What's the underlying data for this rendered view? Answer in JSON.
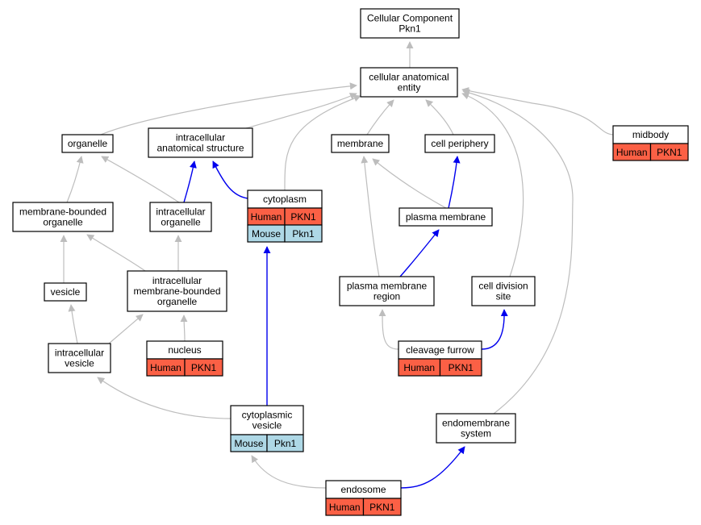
{
  "colors": {
    "gray_edge": "#bdbdbd",
    "blue_edge": "#0000ee",
    "human_fill": "#fb6045",
    "mouse_fill": "#aed8e6",
    "node_border": "#000000",
    "background": "#ffffff"
  },
  "nodes": [
    {
      "id": "root",
      "lines": [
        "Cellular Component",
        "Pkn1"
      ]
    },
    {
      "id": "cae",
      "lines": [
        "cellular anatomical",
        "entity"
      ]
    },
    {
      "id": "organelle",
      "lines": [
        "organelle"
      ]
    },
    {
      "id": "ias",
      "lines": [
        "intracellular",
        "anatomical structure"
      ]
    },
    {
      "id": "membrane",
      "lines": [
        "membrane"
      ]
    },
    {
      "id": "cellperiph",
      "lines": [
        "cell periphery"
      ]
    },
    {
      "id": "midbody",
      "lines": [
        "midbody"
      ],
      "tags": [
        [
          "Human",
          "PKN1"
        ]
      ]
    },
    {
      "id": "mbo",
      "lines": [
        "membrane-bounded",
        "organelle"
      ]
    },
    {
      "id": "io",
      "lines": [
        "intracellular",
        "organelle"
      ]
    },
    {
      "id": "cytoplasm",
      "lines": [
        "cytoplasm"
      ],
      "tags": [
        [
          "Human",
          "PKN1"
        ],
        [
          "Mouse",
          "Pkn1"
        ]
      ]
    },
    {
      "id": "pm",
      "lines": [
        "plasma membrane"
      ]
    },
    {
      "id": "vesicle",
      "lines": [
        "vesicle"
      ]
    },
    {
      "id": "imbo",
      "lines": [
        "intracellular",
        "membrane-bounded",
        "organelle"
      ]
    },
    {
      "id": "pmr",
      "lines": [
        "plasma membrane",
        "region"
      ]
    },
    {
      "id": "cds",
      "lines": [
        "cell division",
        "site"
      ]
    },
    {
      "id": "iv",
      "lines": [
        "intracellular",
        "vesicle"
      ]
    },
    {
      "id": "nucleus",
      "lines": [
        "nucleus"
      ],
      "tags": [
        [
          "Human",
          "PKN1"
        ]
      ]
    },
    {
      "id": "cf",
      "lines": [
        "cleavage furrow"
      ],
      "tags": [
        [
          "Human",
          "PKN1"
        ]
      ]
    },
    {
      "id": "cv",
      "lines": [
        "cytoplasmic",
        "vesicle"
      ],
      "tags": [
        [
          "Mouse",
          "Pkn1"
        ]
      ]
    },
    {
      "id": "es",
      "lines": [
        "endomembrane",
        "system"
      ]
    },
    {
      "id": "endosome",
      "lines": [
        "endosome"
      ],
      "tags": [
        [
          "Human",
          "PKN1"
        ]
      ]
    }
  ],
  "edges": [
    {
      "from": "cae",
      "to": "root",
      "kind": "is_a"
    },
    {
      "from": "organelle",
      "to": "cae",
      "kind": "is_a"
    },
    {
      "from": "ias",
      "to": "cae",
      "kind": "is_a"
    },
    {
      "from": "cytoplasm",
      "to": "cae",
      "kind": "is_a"
    },
    {
      "from": "membrane",
      "to": "cae",
      "kind": "is_a"
    },
    {
      "from": "cellperiph",
      "to": "cae",
      "kind": "is_a"
    },
    {
      "from": "midbody",
      "to": "cae",
      "kind": "is_a"
    },
    {
      "from": "cds",
      "to": "cae",
      "kind": "is_a"
    },
    {
      "from": "es",
      "to": "cae",
      "kind": "is_a"
    },
    {
      "from": "mbo",
      "to": "organelle",
      "kind": "is_a"
    },
    {
      "from": "io",
      "to": "organelle",
      "kind": "is_a"
    },
    {
      "from": "io",
      "to": "ias",
      "kind": "part_of"
    },
    {
      "from": "cytoplasm",
      "to": "ias",
      "kind": "part_of"
    },
    {
      "from": "pm",
      "to": "membrane",
      "kind": "is_a"
    },
    {
      "from": "pmr",
      "to": "membrane",
      "kind": "is_a"
    },
    {
      "from": "pm",
      "to": "cellperiph",
      "kind": "part_of"
    },
    {
      "from": "vesicle",
      "to": "mbo",
      "kind": "is_a"
    },
    {
      "from": "imbo",
      "to": "mbo",
      "kind": "is_a"
    },
    {
      "from": "imbo",
      "to": "io",
      "kind": "is_a"
    },
    {
      "from": "pmr",
      "to": "pm",
      "kind": "part_of"
    },
    {
      "from": "iv",
      "to": "vesicle",
      "kind": "is_a"
    },
    {
      "from": "iv",
      "to": "imbo",
      "kind": "is_a"
    },
    {
      "from": "nucleus",
      "to": "imbo",
      "kind": "is_a"
    },
    {
      "from": "cf",
      "to": "pmr",
      "kind": "is_a"
    },
    {
      "from": "cf",
      "to": "cds",
      "kind": "part_of"
    },
    {
      "from": "cv",
      "to": "iv",
      "kind": "is_a"
    },
    {
      "from": "cv",
      "to": "cytoplasm",
      "kind": "part_of"
    },
    {
      "from": "endosome",
      "to": "cv",
      "kind": "is_a"
    },
    {
      "from": "endosome",
      "to": "es",
      "kind": "part_of"
    }
  ]
}
